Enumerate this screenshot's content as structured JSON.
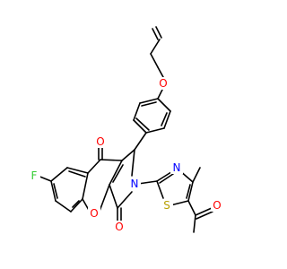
{
  "image": {
    "kind": "chemical-structure"
  },
  "atoms": {
    "O_top": "O",
    "F": "F",
    "O_ketone": "O",
    "N_pyrrole": "N",
    "O_ring": "O",
    "O_lactam": "O",
    "S": "S",
    "N_thiazole": "N",
    "O_acetyl": "O"
  },
  "colors": {
    "O": "#ff0000",
    "N": "#0000ff",
    "S": "#b8a000",
    "F": "#33cc33",
    "bond": "#000000"
  }
}
